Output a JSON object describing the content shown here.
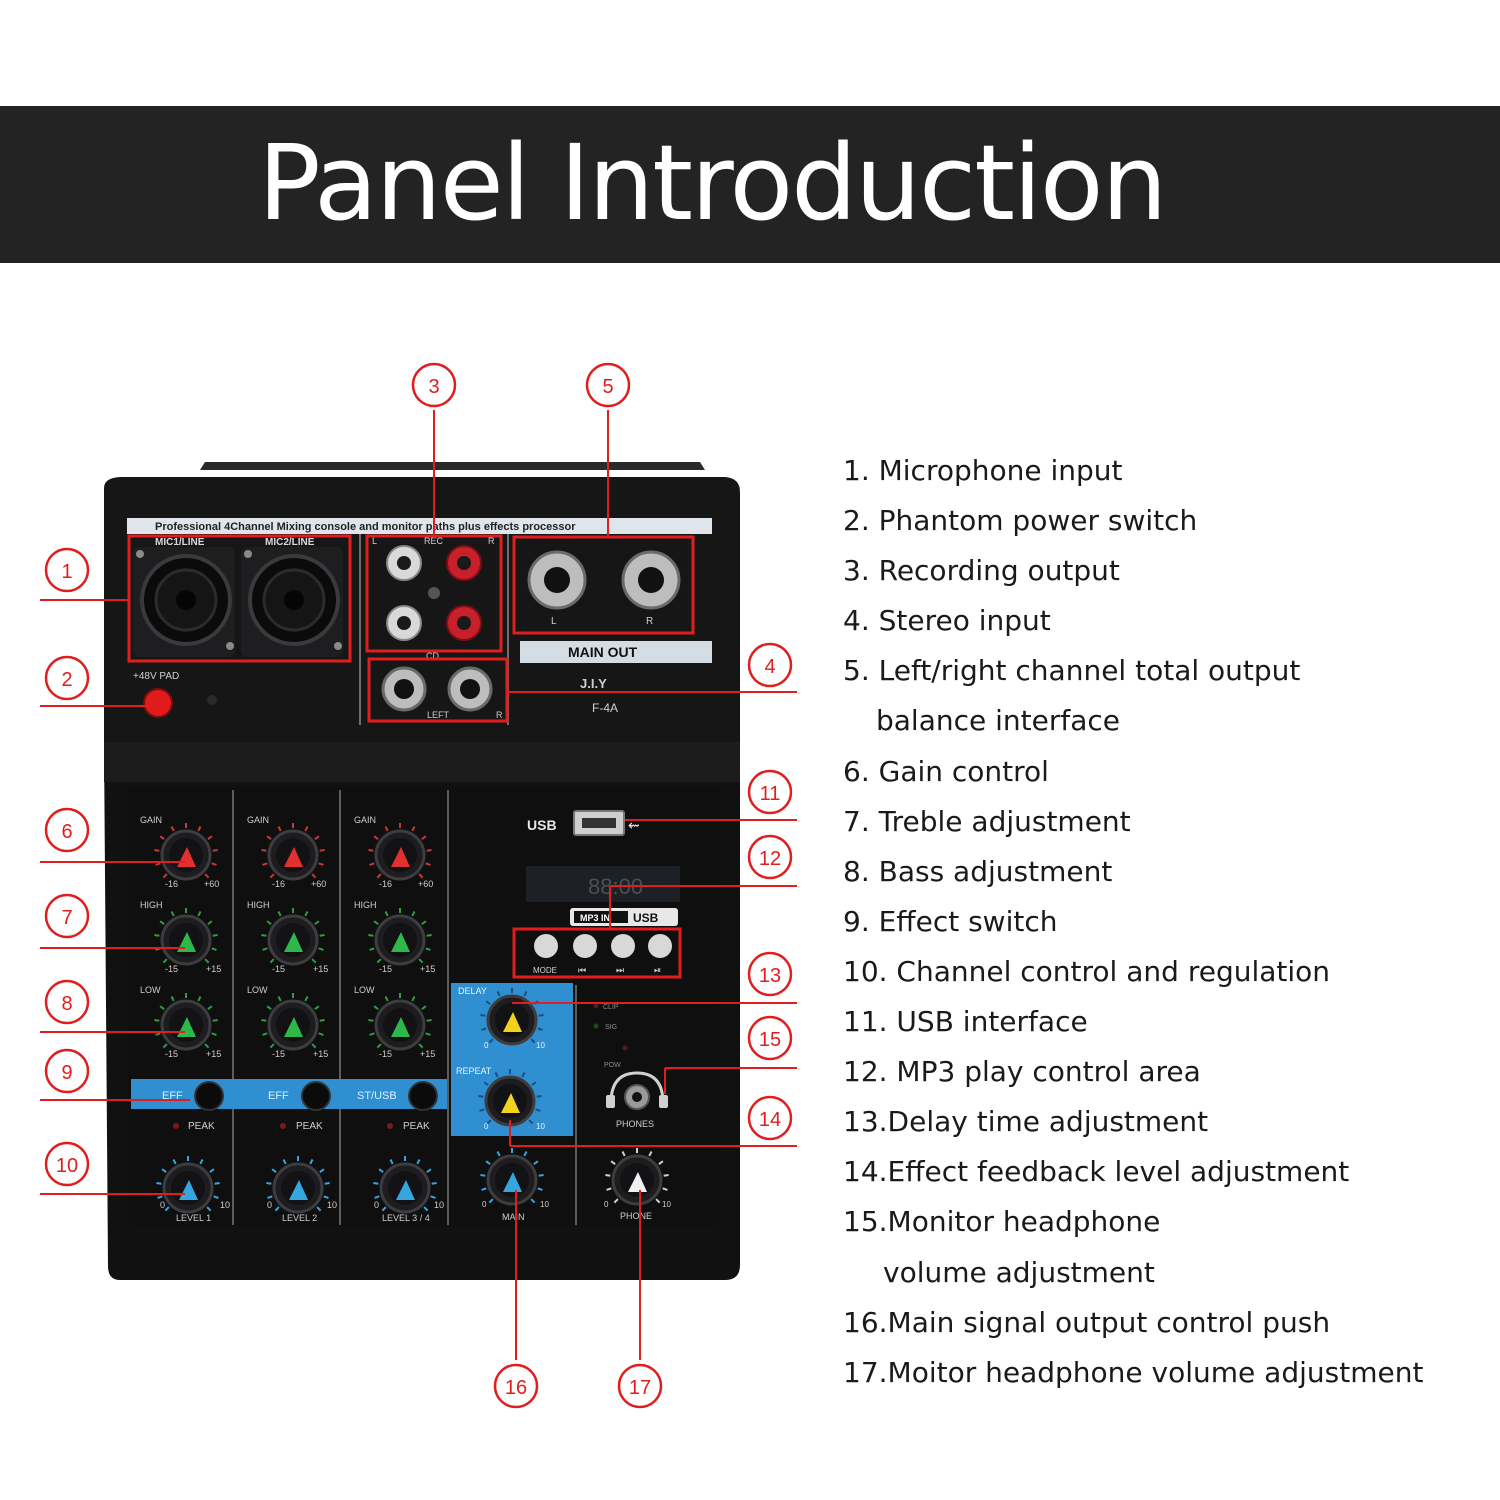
{
  "banner": {
    "title": "Panel Introduction"
  },
  "legend": [
    {
      "text": "1. Microphone input"
    },
    {
      "text": "2. Phantom power switch"
    },
    {
      "text": "3. Recording output"
    },
    {
      "text": "4. Stereo input"
    },
    {
      "text": "5. Left/right channel total output"
    },
    {
      "text": "balance interface"
    },
    {
      "text": "6. Gain control"
    },
    {
      "text": "7. Treble adjustment"
    },
    {
      "text": "8. Bass adjustment"
    },
    {
      "text": "9. Effect switch"
    },
    {
      "text": "10. Channel control and regulation"
    },
    {
      "text": "11. USB interface"
    },
    {
      "text": "12. MP3 play control area"
    },
    {
      "text": "13.Delay time adjustment"
    },
    {
      "text": "14.Effect feedback level adjustment"
    },
    {
      "text": "15.Monitor headphone"
    },
    {
      "text": "volume adjustment"
    },
    {
      "text": "16.Main signal output control push"
    },
    {
      "text": "17.Moitor headphone volume adjustment"
    }
  ],
  "callouts": [
    "1",
    "2",
    "3",
    "4",
    "5",
    "6",
    "7",
    "8",
    "9",
    "10",
    "11",
    "12",
    "13",
    "14",
    "15",
    "16",
    "17"
  ],
  "device": {
    "top_strip": "Professional  4Channel Mixing console and monitor paths plus effects processor",
    "mic1": "MIC1/LINE",
    "mic2": "MIC2/LINE",
    "pad": "+48V PAD",
    "rec": "REC",
    "cd": "CD",
    "rca_l": "L",
    "rca_r": "R",
    "main_l": "L",
    "main_r": "R",
    "main_out": "MAIN  OUT",
    "brand": "J.I.Y",
    "model": "F-4A",
    "left": "LEFT",
    "right": "R",
    "usb": "USB",
    "display": "88:00",
    "mp3in": "MP3 IN",
    "usb_badge": "USB",
    "btn_mode": "MODE",
    "btn_prev": "⏮",
    "btn_next": "⏭",
    "btn_play": "⏯",
    "gain": "GAIN",
    "high": "HIGH",
    "low": "LOW",
    "gain_min": "-16",
    "gain_max": "+60",
    "eq_min": "-15",
    "eq_max": "+15",
    "eff": "EFF",
    "st_usb": "ST/USB",
    "peak": "PEAK",
    "lvl_min": "0",
    "lvl_max": "10",
    "level1": "LEVEL 1",
    "level2": "LEVEL 2",
    "level34": "LEVEL 3 / 4",
    "delay": "DELAY",
    "repeat": "REPEAT",
    "clip": "CLIP",
    "sig": "SIG",
    "pow": "POW",
    "phones": "PHONES",
    "main": "MAIN",
    "phone": "PHONE"
  },
  "colors": {
    "callout": "#e01e1e",
    "gain_pointer": "#e23030",
    "eq_pointer": "#2fb84a",
    "level_pointer": "#35a6e0",
    "fx_pointer": "#f2d21e",
    "fx_panel": "#2f8fd0"
  }
}
